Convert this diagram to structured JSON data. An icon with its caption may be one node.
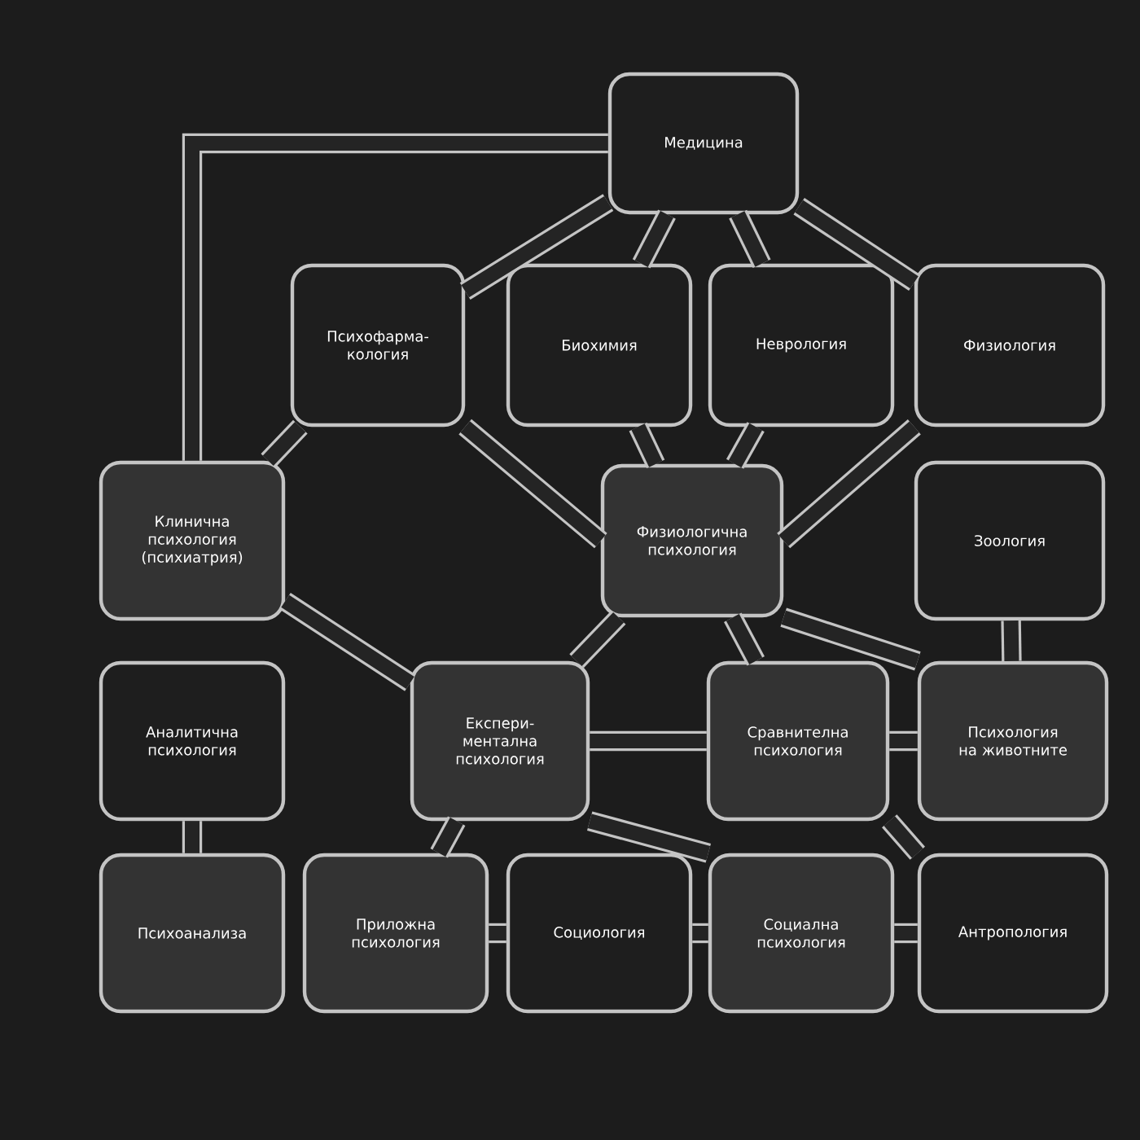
{
  "diagram": {
    "nodes": [
      {
        "text": [
          "Медицина"
        ]
      },
      {
        "text": [
          "Психофарма- кология"
        ]
      },
      {
        "text": [
          "Биохимия"
        ]
      },
      {
        "text": [
          "Неврология"
        ]
      },
      {
        "text": [
          "Физиология"
        ]
      },
      {
        "text": [
          "Клинична психология (психиатрия)"
        ]
      },
      {
        "text": [
          "Физиологична психология"
        ]
      },
      {
        "text": [
          "Зоология"
        ]
      },
      {
        "text": [
          "Аналитична психология"
        ]
      },
      {
        "text": [
          "Експери- ментална психология"
        ]
      },
      {
        "text": [
          "Сравнителна психология"
        ]
      },
      {
        "text": [
          "Психология на животните"
        ]
      },
      {
        "text": [
          "Психоанализа"
        ]
      },
      {
        "text": [
          "Приложна психология"
        ]
      },
      {
        "text": [
          "Социология"
        ]
      },
      {
        "text": [
          "Социална психология"
        ]
      },
      {
        "text": [
          "Антропология"
        ]
      }
    ],
    "edges": [
      {
        "from": 0,
        "to": 5,
        "arrow": "none"
      },
      {
        "from": 0,
        "to": 1,
        "arrow": "none"
      },
      {
        "from": 0,
        "to": 2,
        "arrow": "none"
      },
      {
        "from": 0,
        "to": 3,
        "arrow": "none"
      },
      {
        "from": 0,
        "to": 4,
        "arrow": "none"
      },
      {
        "from": 1,
        "to": 5,
        "arrow": "none"
      },
      {
        "from": 1,
        "to": 6,
        "arrow": "none"
      },
      {
        "from": 2,
        "to": 6,
        "arrow": "none"
      },
      {
        "from": 3,
        "to": 6,
        "arrow": "none"
      },
      {
        "from": 4,
        "to": 6,
        "arrow": "none"
      },
      {
        "from": 5,
        "to": 9,
        "arrow": "none"
      },
      {
        "from": 6,
        "to": 9,
        "arrow": "none"
      },
      {
        "from": 6,
        "to": 10,
        "arrow": "none"
      },
      {
        "from": 6,
        "to": 11,
        "arrow": "none"
      },
      {
        "from": 7,
        "to": 11,
        "arrow": "none"
      },
      {
        "from": 9,
        "to": 10,
        "arrow": "none"
      },
      {
        "from": 10,
        "to": 11,
        "arrow": "none"
      },
      {
        "from": 9,
        "to": 13,
        "arrow": "none"
      },
      {
        "from": 9,
        "to": 15,
        "arrow": "none"
      },
      {
        "from": 10,
        "to": 16,
        "arrow": "none"
      },
      {
        "from": 8,
        "to": 12,
        "arrow": "none"
      },
      {
        "from": 13,
        "to": 14,
        "arrow": "none"
      },
      {
        "from": 14,
        "to": 15,
        "arrow": "none"
      },
      {
        "from": 15,
        "to": 16,
        "arrow": "none"
      }
    ]
  }
}
